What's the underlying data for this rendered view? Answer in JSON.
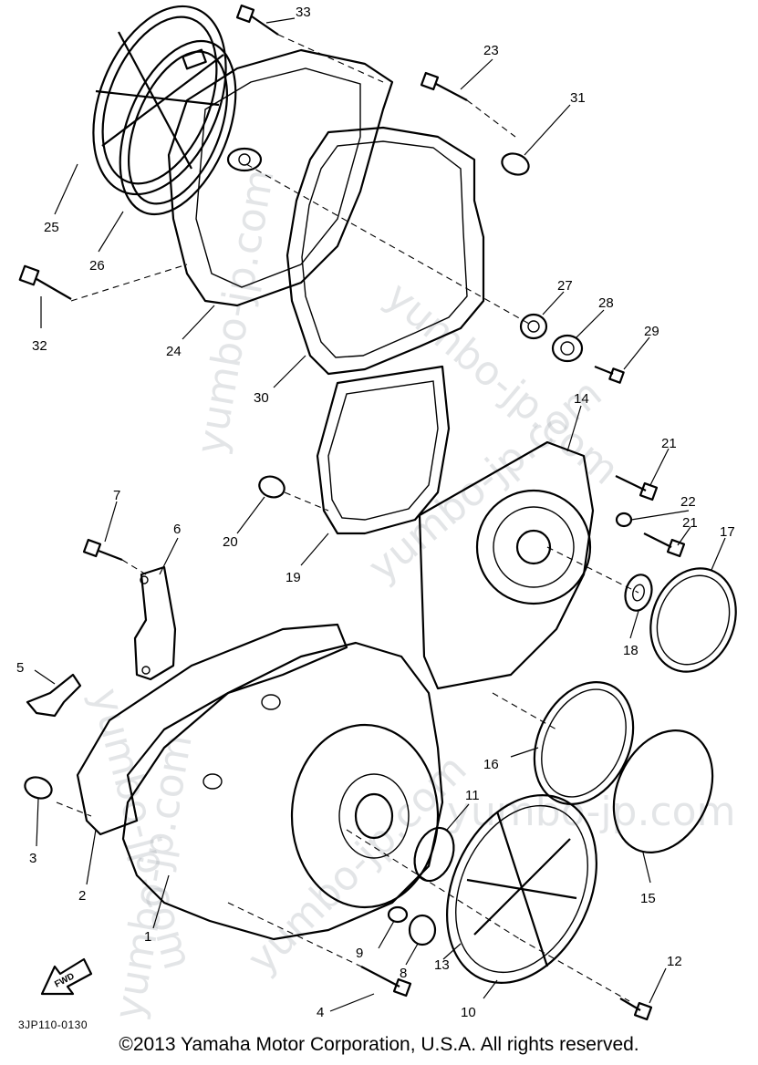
{
  "diagram": {
    "code": "3JP110-0130",
    "direction_label": "FWD",
    "copyright": "©2013 Yamaha Motor Corporation, U.S.A. All rights reserved.",
    "watermark": "yumbo-jp.com",
    "callouts": {
      "n1": "1",
      "n2": "2",
      "n3": "3",
      "n4": "4",
      "n5": "5",
      "n6": "6",
      "n7": "7",
      "n8": "8",
      "n9": "9",
      "n10": "10",
      "n11": "11",
      "n12": "12",
      "n13": "13",
      "n14": "14",
      "n15": "15",
      "n16": "16",
      "n17": "17",
      "n18": "18",
      "n19": "19",
      "n20": "20",
      "n21a": "21",
      "n21b": "21",
      "n22": "22",
      "n23": "23",
      "n24": "24",
      "n25": "25",
      "n26": "26",
      "n27": "27",
      "n28": "28",
      "n29": "29",
      "n30": "30",
      "n31": "31",
      "n32": "32",
      "n33": "33"
    }
  }
}
